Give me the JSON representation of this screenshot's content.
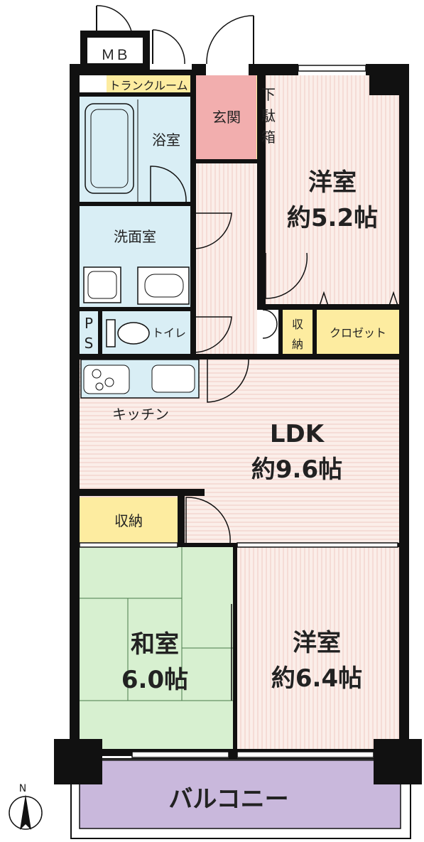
{
  "rooms": {
    "mb": "ＭＢ",
    "trunk_room": "トランクルーム",
    "bath": "浴室",
    "entrance": "玄関",
    "shoe_box": [
      "下",
      "駄",
      "箱"
    ],
    "western1_name": "洋室",
    "western1_size": "約5.2帖",
    "washroom": "洗面室",
    "ps": [
      "P",
      "S"
    ],
    "toilet": "トイレ",
    "storage_small": [
      "収",
      "納"
    ],
    "closet": "クロゼット",
    "kitchen": "キッチン",
    "ldk_name": "LDK",
    "ldk_size": "約9.6帖",
    "storage_ldk": "収納",
    "washitsu_name": "和室",
    "washitsu_size": "6.0帖",
    "western2_name": "洋室",
    "western2_size": "約6.4帖",
    "balcony": "バルコニー"
  },
  "compass": {
    "label": "N"
  },
  "colors": {
    "wall": "#111111",
    "wet_area": "#d9eef5",
    "entrance": "#f2aeae",
    "storage": "#fdeca0",
    "western_floor": "#fbeee9",
    "washitsu": "#d7f0d0",
    "balcony": "#c9b8dc"
  }
}
